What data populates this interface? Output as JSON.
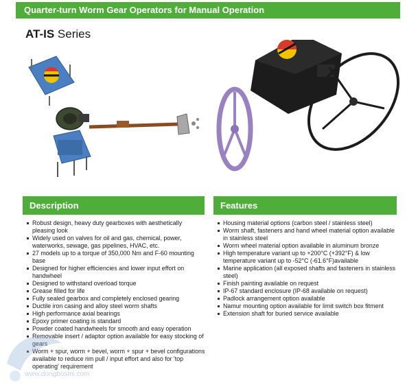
{
  "header": {
    "title": "Quarter-turn Worm Gear Operators for Manual Operation"
  },
  "series": {
    "name": "AT-IS",
    "suffix": " Series"
  },
  "description": {
    "heading": "Description",
    "items": [
      "Robust design, heavy duty gearboxes with aesthetically pleasing look",
      "Widely used on valves for oil and gas, chemical, power, waterworks, sewage, gas pipelines, HVAC, etc.",
      "27 models up to a torque of 350,000 Nm and F-60 mounting base",
      "Designed for higher efficiencies and lower input effort on handwheel",
      "Designed to withstand overload torque",
      "Grease filled for life",
      "Fully sealed gearbox and completely enclosed gearing",
      "Ductile iron casing and alloy steel worm shafts",
      "High performance axial bearings",
      "Epoxy primer coating is standard",
      "Powder coated handwheels for smooth and easy operation",
      "Removable insert / adaptor option available for easy stocking of gears",
      "Worm + spur, worm + bevel, worm + spur + bevel configurations available to reduce rim pull / input effort and also for 'top operating' requirement"
    ]
  },
  "features": {
    "heading": "Features",
    "items": [
      "Housing material options (carbon steel / stainless steel)",
      "Worm shaft, fasteners and hand wheel material option available in stainless steel",
      "Worm wheel material option available in aluminum bronze",
      "High temperature variant up to +200°C (+392°F) & low temperature variant up to -52°C (-61.6°F)available",
      "Marine application (all exposed shafts and fasteners in stainless steel)",
      "Finish painting available on request",
      "IP-67 standard enclosure (IP-68 available on request)",
      "Padlock arrangement option available",
      "Namur mounting option available for limit switch box fitment",
      "Extension shaft for buried service available"
    ]
  },
  "watermark": {
    "text": "www.dongbosmi.com"
  },
  "colors": {
    "accent_green": "#4fae3a",
    "casing_blue": "#4a7fc1",
    "handwheel_purple": "#9a82c2",
    "shaft_brown": "#8a4a22",
    "gearbox_black": "#1c1c1c",
    "indicator_yellow": "#f2c200",
    "indicator_red": "#d63a2a"
  }
}
